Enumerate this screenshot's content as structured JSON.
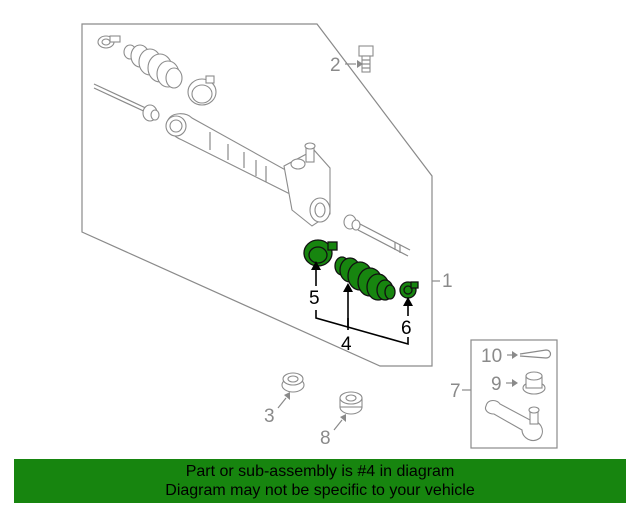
{
  "diagram": {
    "callouts": {
      "c1": "1",
      "c2": "2",
      "c3": "3",
      "c4": "4",
      "c5": "5",
      "c6": "6",
      "c7": "7",
      "c8": "8",
      "c9": "9",
      "c10": "10"
    },
    "colors": {
      "highlight": "#17850f",
      "outline_grey": "#8a8a8a",
      "banner": "#17850f"
    }
  },
  "banner": {
    "line1": "Part or sub-assembly is #4 in diagram",
    "line2": "Diagram may not be specific to your vehicle"
  }
}
